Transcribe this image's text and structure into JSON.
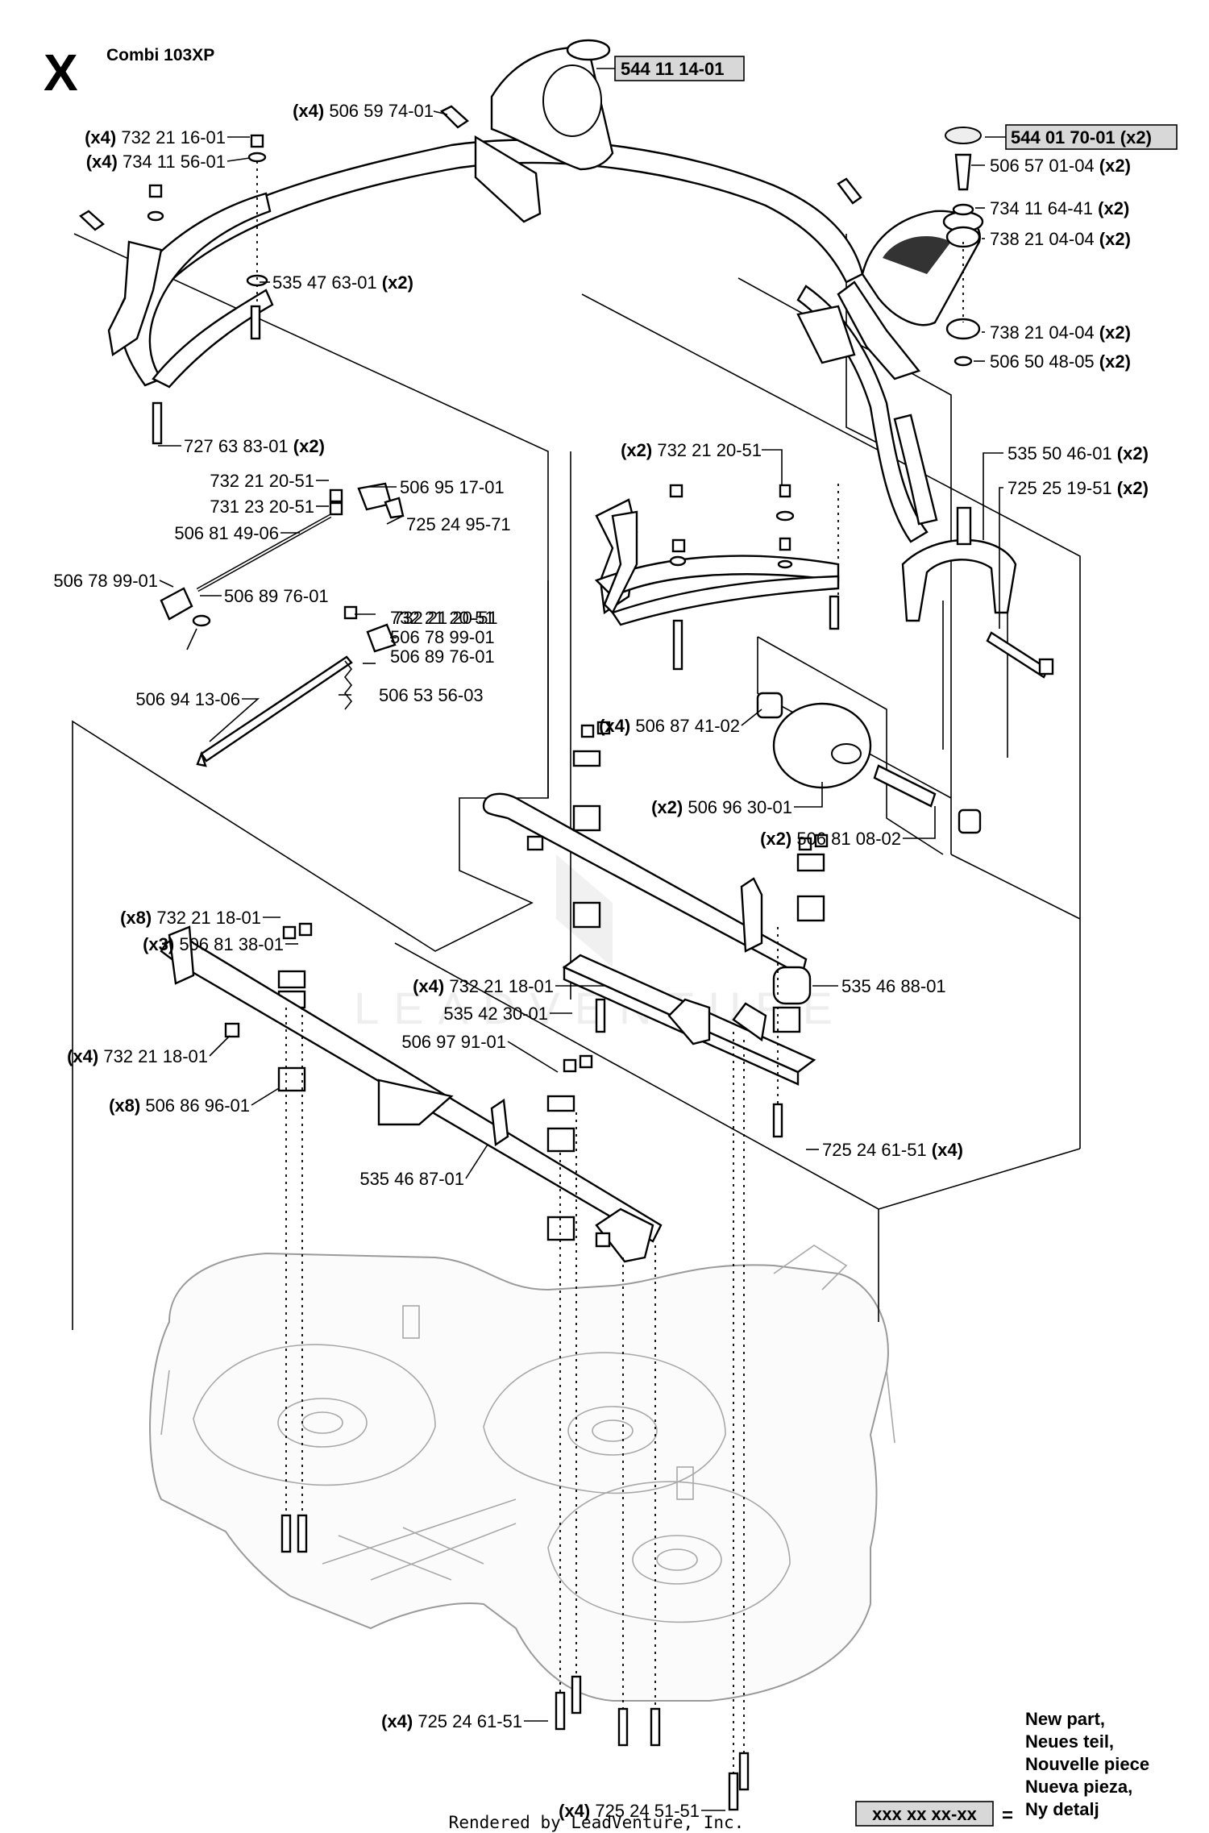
{
  "header": {
    "section_letter": "X",
    "model": "Combi 103XP"
  },
  "labels": [
    {
      "id": "l1",
      "qty": "",
      "part": "544 11 14-01",
      "boxed": true
    },
    {
      "id": "l2",
      "qty": "(x4)",
      "part": "506 59 74-01"
    },
    {
      "id": "l3",
      "qty": "(x4)",
      "part": "732 21 16-01"
    },
    {
      "id": "l4",
      "qty": "(x4)",
      "part": "734 11 56-01"
    },
    {
      "id": "l5",
      "qty": "",
      "part": "544 01 70-01 (x2)",
      "boxed": true
    },
    {
      "id": "l6",
      "qty": "",
      "part": "506 57 01-04",
      "suffix": "(x2)"
    },
    {
      "id": "l7",
      "qty": "",
      "part": "734 11 64-41",
      "suffix": "(x2)"
    },
    {
      "id": "l8",
      "qty": "",
      "part": "738 21 04-04",
      "suffix": "(x2)"
    },
    {
      "id": "l9",
      "qty": "",
      "part": "535 47 63-01",
      "suffix": "(x2)"
    },
    {
      "id": "l10",
      "qty": "",
      "part": "738 21 04-04",
      "suffix": "(x2)"
    },
    {
      "id": "l11",
      "qty": "",
      "part": "506 50 48-05",
      "suffix": "(x2)"
    },
    {
      "id": "l12",
      "qty": "",
      "part": "727 63 83-01",
      "suffix": "(x2)"
    },
    {
      "id": "l13",
      "qty": "(x2)",
      "part": "732 21 20-51"
    },
    {
      "id": "l14",
      "qty": "",
      "part": "535 50 46-01",
      "suffix": "(x2)"
    },
    {
      "id": "l15",
      "qty": "",
      "part": "725 25 19-51",
      "suffix": "(x2)"
    },
    {
      "id": "l16",
      "qty": "",
      "part": "732 21 20-51"
    },
    {
      "id": "l17",
      "qty": "",
      "part": "506 95 17-01"
    },
    {
      "id": "l18",
      "qty": "",
      "part": "731 23 20-51"
    },
    {
      "id": "l19",
      "qty": "",
      "part": "725 24 95-71"
    },
    {
      "id": "l20",
      "qty": "",
      "part": "506 81 49-06"
    },
    {
      "id": "l21",
      "qty": "",
      "part": "506 78 99-01"
    },
    {
      "id": "l22",
      "qty": "",
      "part": "506 89 76-01"
    },
    {
      "id": "l23",
      "qty": "",
      "part": "732 21 20-51"
    },
    {
      "id": "l24",
      "qty": "",
      "part": "506 78 99-01"
    },
    {
      "id": "l25",
      "qty": "",
      "part": "732 21 20-51"
    },
    {
      "id": "l26",
      "qty": "",
      "part": "506 89 76-01"
    },
    {
      "id": "l27",
      "qty": "",
      "part": "506 94 13-06"
    },
    {
      "id": "l28",
      "qty": "",
      "part": "506 53 56-03"
    },
    {
      "id": "l29",
      "qty": "(x4)",
      "part": "506 87 41-02"
    },
    {
      "id": "l30",
      "qty": "(x2)",
      "part": "506 96 30-01"
    },
    {
      "id": "l31",
      "qty": "(x2)",
      "part": "506 81 08-02"
    },
    {
      "id": "l32",
      "qty": "(x8)",
      "part": "732 21 18-01"
    },
    {
      "id": "l33",
      "qty": "(x3)",
      "part": "506 81 38-01"
    },
    {
      "id": "l34",
      "qty": "(x4)",
      "part": "732 21 18-01"
    },
    {
      "id": "l35",
      "qty": "",
      "part": "535 42 30-01"
    },
    {
      "id": "l36",
      "qty": "",
      "part": "535 46 88-01"
    },
    {
      "id": "l37",
      "qty": "(x4)",
      "part": "732 21 18-01"
    },
    {
      "id": "l38",
      "qty": "",
      "part": "506 97 91-01"
    },
    {
      "id": "l39",
      "qty": "(x8)",
      "part": "506 86 96-01"
    },
    {
      "id": "l40",
      "qty": "",
      "part": "725 24 61-51",
      "suffix": "(x4)"
    },
    {
      "id": "l41",
      "qty": "",
      "part": "535 46 87-01"
    },
    {
      "id": "l42",
      "qty": "(x4)",
      "part": "725 24 61-51"
    },
    {
      "id": "l43",
      "qty": "(x4)",
      "part": "725 24 51-51"
    }
  ],
  "legend": {
    "sample_number": "xxx xx xx-xx",
    "equals": "=",
    "lines": [
      "New part,",
      "Neues teil,",
      "Nouvelle piece",
      "Nueva pieza,",
      "Ny detalj"
    ]
  },
  "watermark": "LEADVENTURE",
  "footer": "Rendered by LeadVenture, Inc."
}
